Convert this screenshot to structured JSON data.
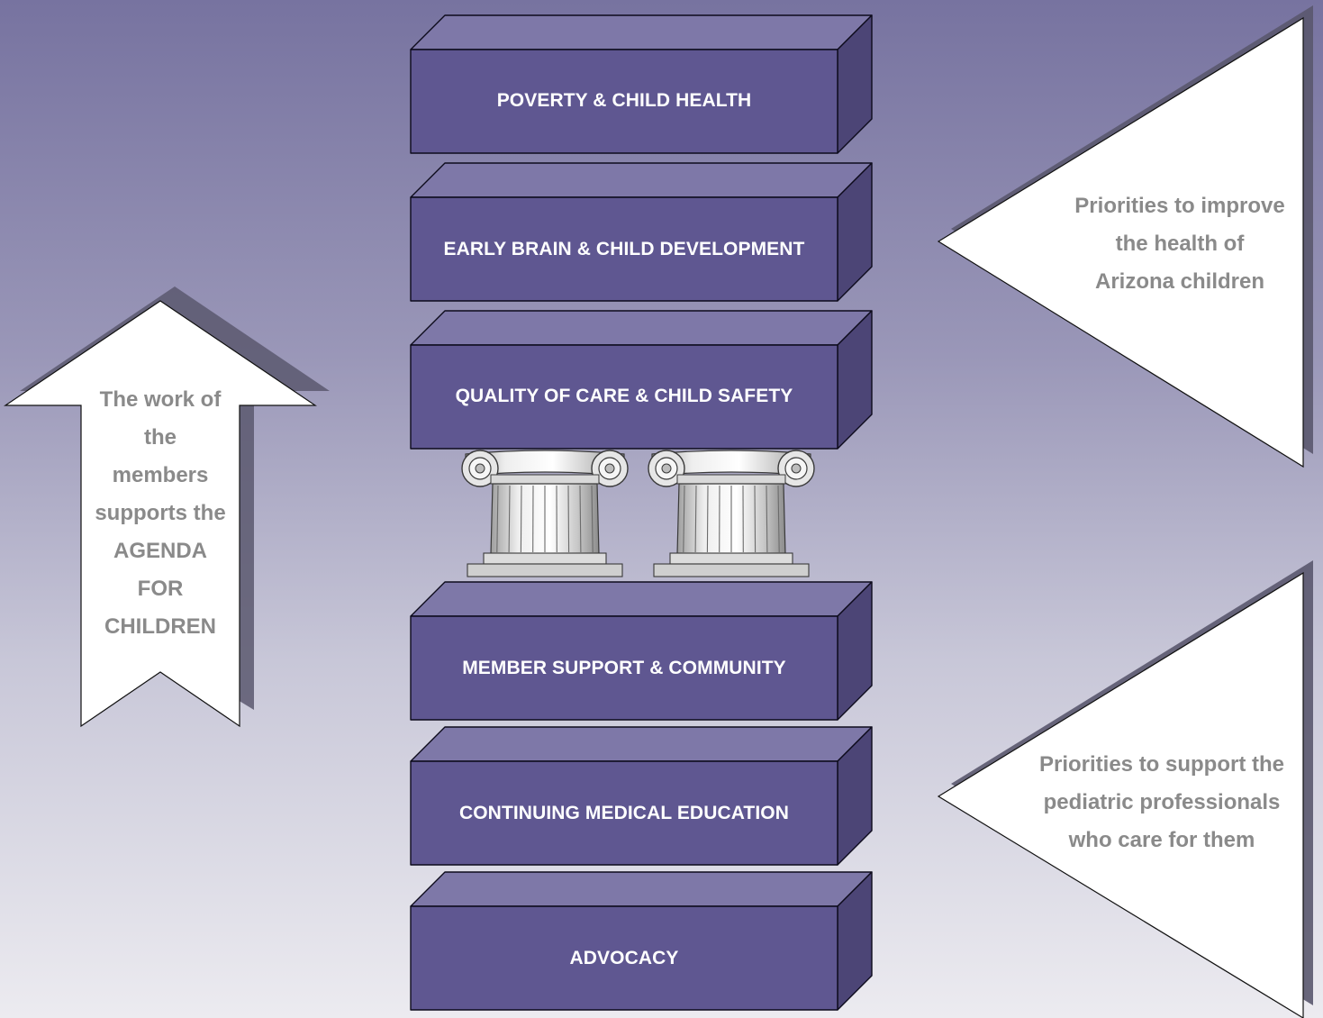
{
  "blocks": [
    {
      "label": "POVERTY & CHILD HEALTH"
    },
    {
      "label": "EARLY BRAIN & CHILD DEVELOPMENT"
    },
    {
      "label": "QUALITY OF CARE & CHILD SAFETY"
    },
    {
      "label": "MEMBER SUPPORT & COMMUNITY"
    },
    {
      "label": "CONTINUING MEDICAL EDUCATION"
    },
    {
      "label": "ADVOCACY"
    }
  ],
  "left_arrow": {
    "lines": [
      "The work of",
      "the",
      "members",
      "supports the",
      "AGENDA",
      "FOR",
      "CHILDREN"
    ]
  },
  "triangle_top": {
    "lines": [
      "Priorities to improve",
      "the health of",
      "Arizona children"
    ]
  },
  "triangle_bottom": {
    "lines": [
      "Priorities to support the",
      "pediatric professionals",
      "who care for them"
    ]
  },
  "colors": {
    "block_front": "#5f5791",
    "block_top": "#7e78a8",
    "block_side": "#4c4576",
    "label_text": "#ffffff",
    "callout_text": "#8a8a8a"
  },
  "icons": {
    "pillars": "ionic-column-icon"
  }
}
